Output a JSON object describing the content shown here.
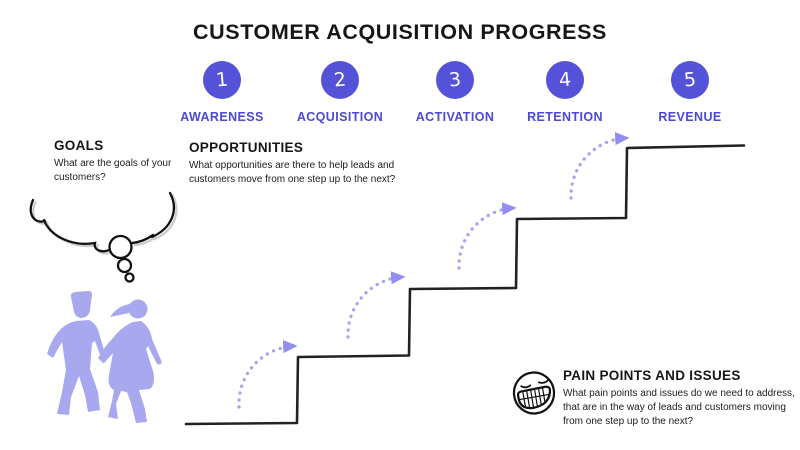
{
  "title": "CUSTOMER ACQUISITION PROGRESS",
  "steps": [
    {
      "number": "1",
      "label": "AWARENESS"
    },
    {
      "number": "2",
      "label": "ACQUISITION"
    },
    {
      "number": "3",
      "label": "ACTIVATION"
    },
    {
      "number": "4",
      "label": "RETENTION"
    },
    {
      "number": "5",
      "label": "REVENUE"
    }
  ],
  "sections": {
    "goals": {
      "heading": "GOALS",
      "body": "What are the goals of your customers?"
    },
    "opportunities": {
      "heading": "OPPORTUNITIES",
      "body": "What opportunities are there to help leads and customers move from one step up to the next?"
    },
    "pain_points": {
      "heading": "PAIN POINTS AND ISSUES",
      "body": "What pain points and issues do we need to address, that are in the way of leads and customers moving from one step up to the next?"
    }
  },
  "icons": {
    "thought_bubble": "thought-bubble-icon",
    "walking_couple": "walking-couple-icon",
    "grimace": "grimace-face-icon",
    "step_arrows": "dotted-step-arrow-icon",
    "staircase": "staircase-drawing"
  },
  "colors": {
    "step_circle": "#5452d8",
    "step_label": "#4b49d6",
    "arrow_dots": "#a6a3ef",
    "arrow_head": "#918ef0",
    "silhouette": "#a8a8ef",
    "stair_line": "#222222",
    "ink": "#161616"
  }
}
